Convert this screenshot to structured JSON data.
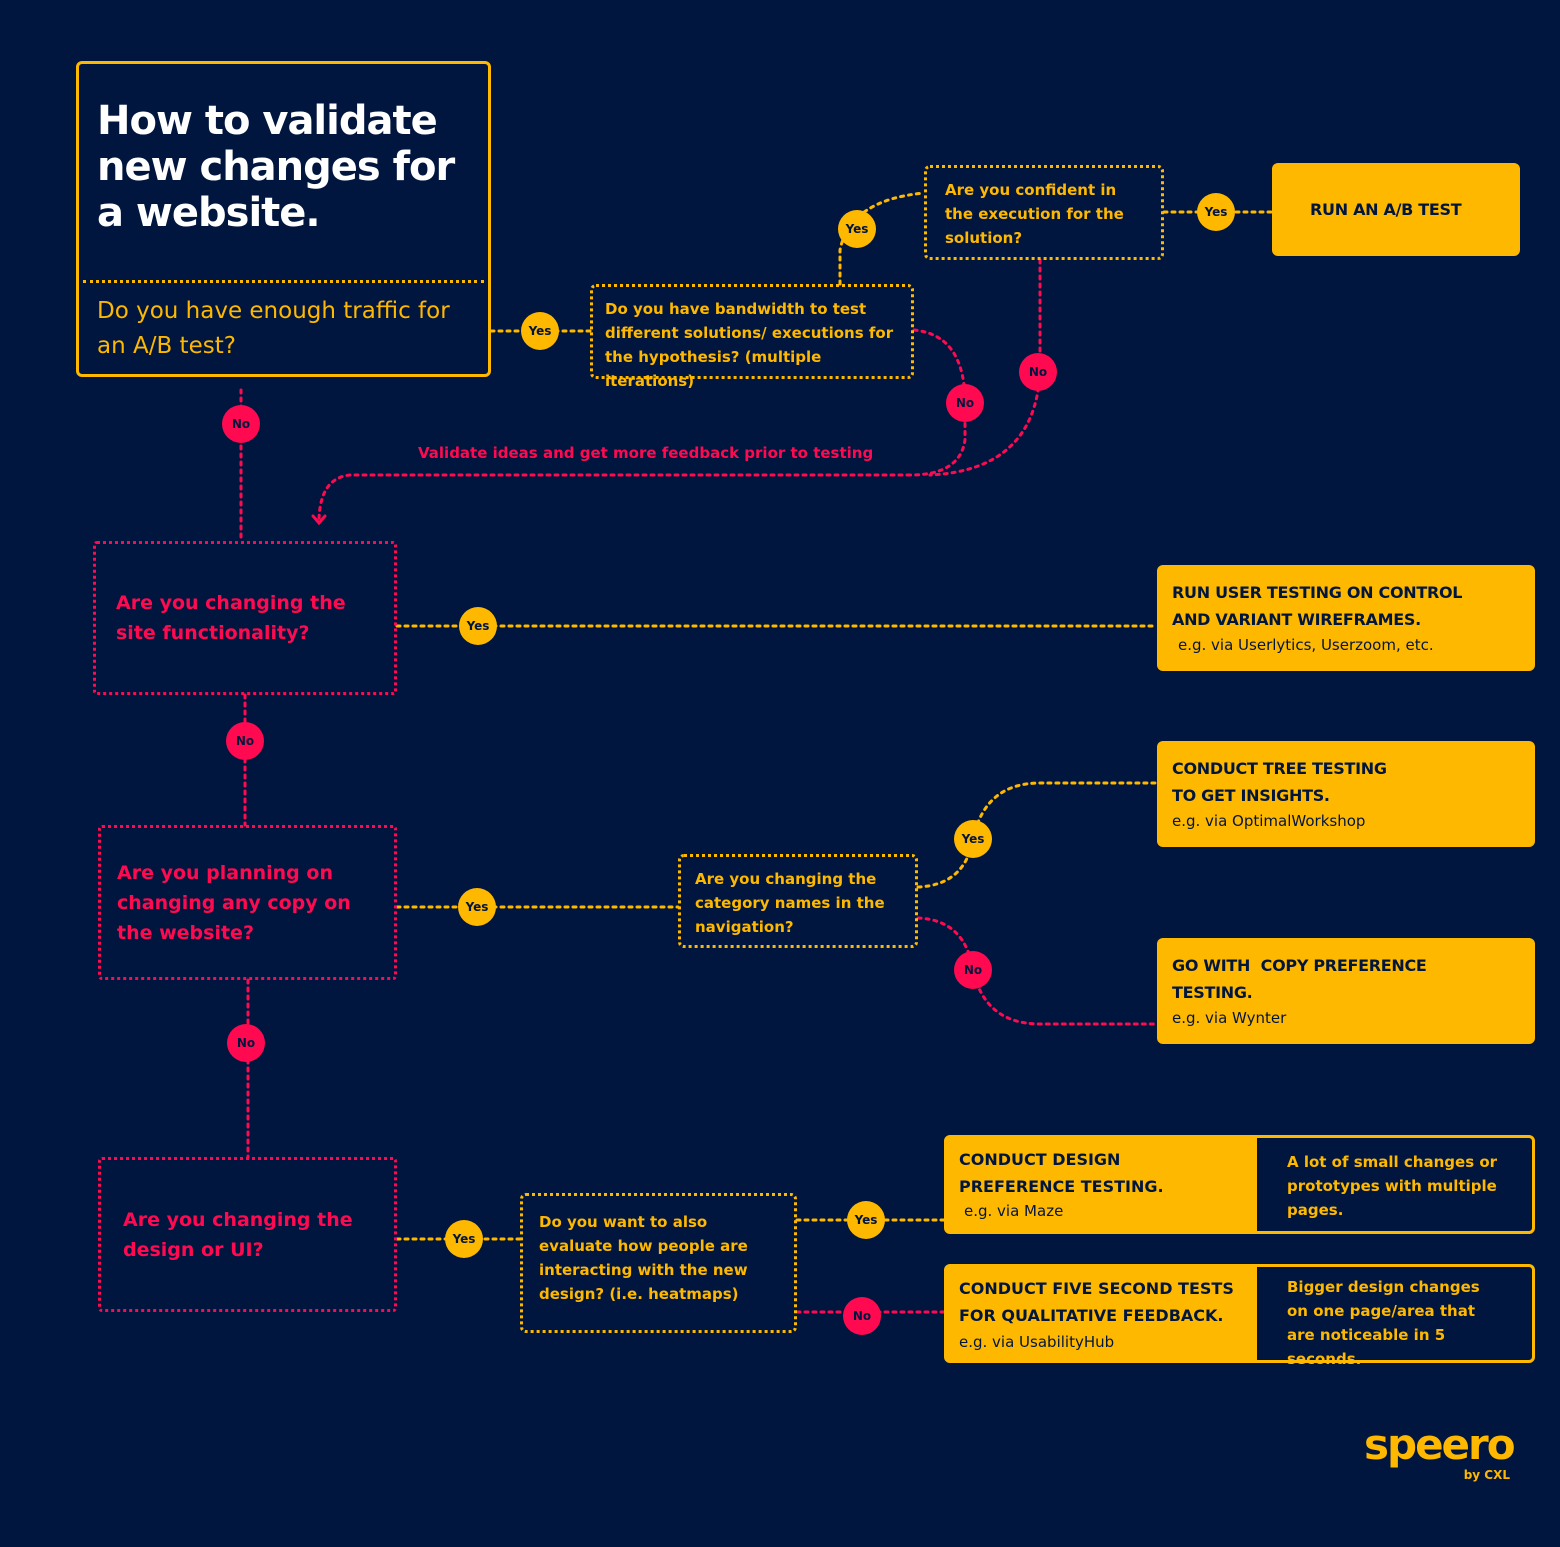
{
  "title": "How to validate new changes for a website.",
  "start_question": "Do you have enough traffic for an A/B test?",
  "questions": {
    "bandwidth": "Do you have bandwidth to test different solutions/ executions for the hypothesis? (multiple iterations)",
    "confident": "Are you confident in the execution for the solution?",
    "functionality": "Are you changing the site functionality?",
    "copy": "Are you planning on changing any copy on the website?",
    "category": "Are you changing the category names in the navigation?",
    "design": "Are you changing the design or UI?",
    "heatmaps": "Do you want to also evaluate how people are interacting with the new design? (i.e. heatmaps)"
  },
  "outcomes": {
    "ab_test": "RUN AN A/B TEST",
    "user_testing": {
      "title": "RUN USER TESTING ON CONTROL AND VARIANT WIREFRAMES.",
      "example": "e.g. via Userlytics, Userzoom, etc."
    },
    "tree_testing": {
      "title": "CONDUCT TREE TESTING TO GET INSIGHTS.",
      "example": "e.g. via OptimalWorkshop"
    },
    "copy_pref": {
      "title": "GO WITH  COPY PREFERENCE TESTING.",
      "example": "e.g. via Wynter"
    },
    "design_pref": {
      "title": "CONDUCT DESIGN PREFERENCE TESTING.",
      "example": "e.g. via Maze",
      "note": "A lot of small changes or prototypes with multiple pages."
    },
    "five_second": {
      "title": "CONDUCT FIVE SECOND TESTS FOR QUALITATIVE FEEDBACK.",
      "example": "e.g. via UsabilityHub",
      "note": "Bigger design changes on one page/area that are noticeable in 5 seconds."
    }
  },
  "validate_note": "Validate ideas and get more feedback prior to testing",
  "labels": {
    "yes": "Yes",
    "no": "No"
  },
  "logo": {
    "name": "speero",
    "by": "by CXL"
  },
  "colors": {
    "background": "#01163f",
    "yellow": "#ffb800",
    "pink": "#ff0a50"
  }
}
